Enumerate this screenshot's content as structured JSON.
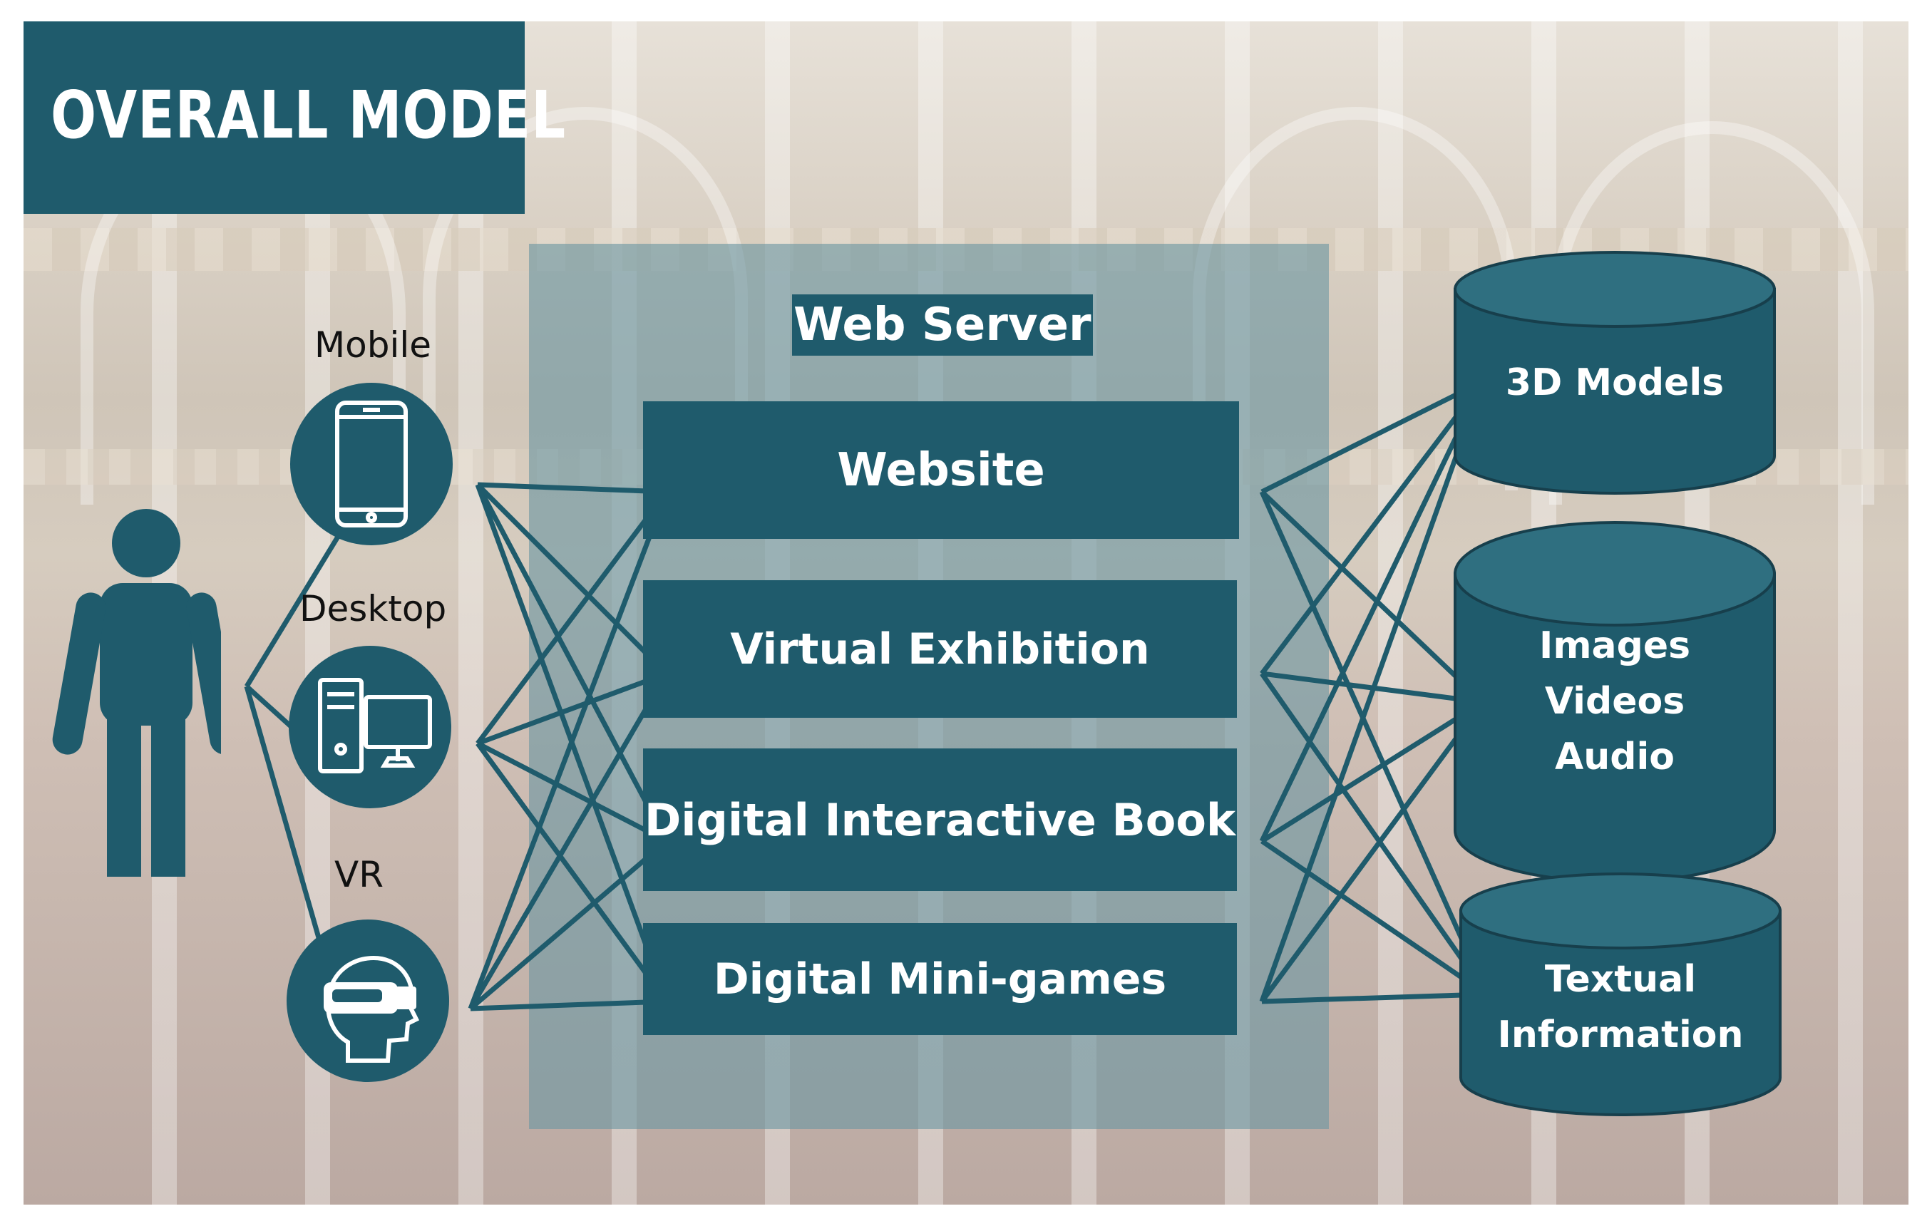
{
  "title": "OVERALL MODEL",
  "server": {
    "label": "Web Server",
    "services": [
      "Website",
      "Virtual Exhibition",
      "Digital Interactive Book",
      "Digital Mini-games"
    ]
  },
  "user": {
    "icon": "person-icon"
  },
  "devices": [
    {
      "label": "Mobile",
      "icon": "smartphone-icon"
    },
    {
      "label": "Desktop",
      "icon": "desktop-computer-icon"
    },
    {
      "label": "VR",
      "icon": "vr-headset-icon"
    }
  ],
  "databases": [
    {
      "lines": [
        "3D Models"
      ]
    },
    {
      "lines": [
        "Images",
        "Videos",
        "Audio"
      ]
    },
    {
      "lines": [
        "Textual",
        "Information"
      ]
    }
  ],
  "colors": {
    "primary": "#1f5b6c",
    "server_panel": "#6c96a2",
    "text_on_primary": "#ffffff"
  }
}
